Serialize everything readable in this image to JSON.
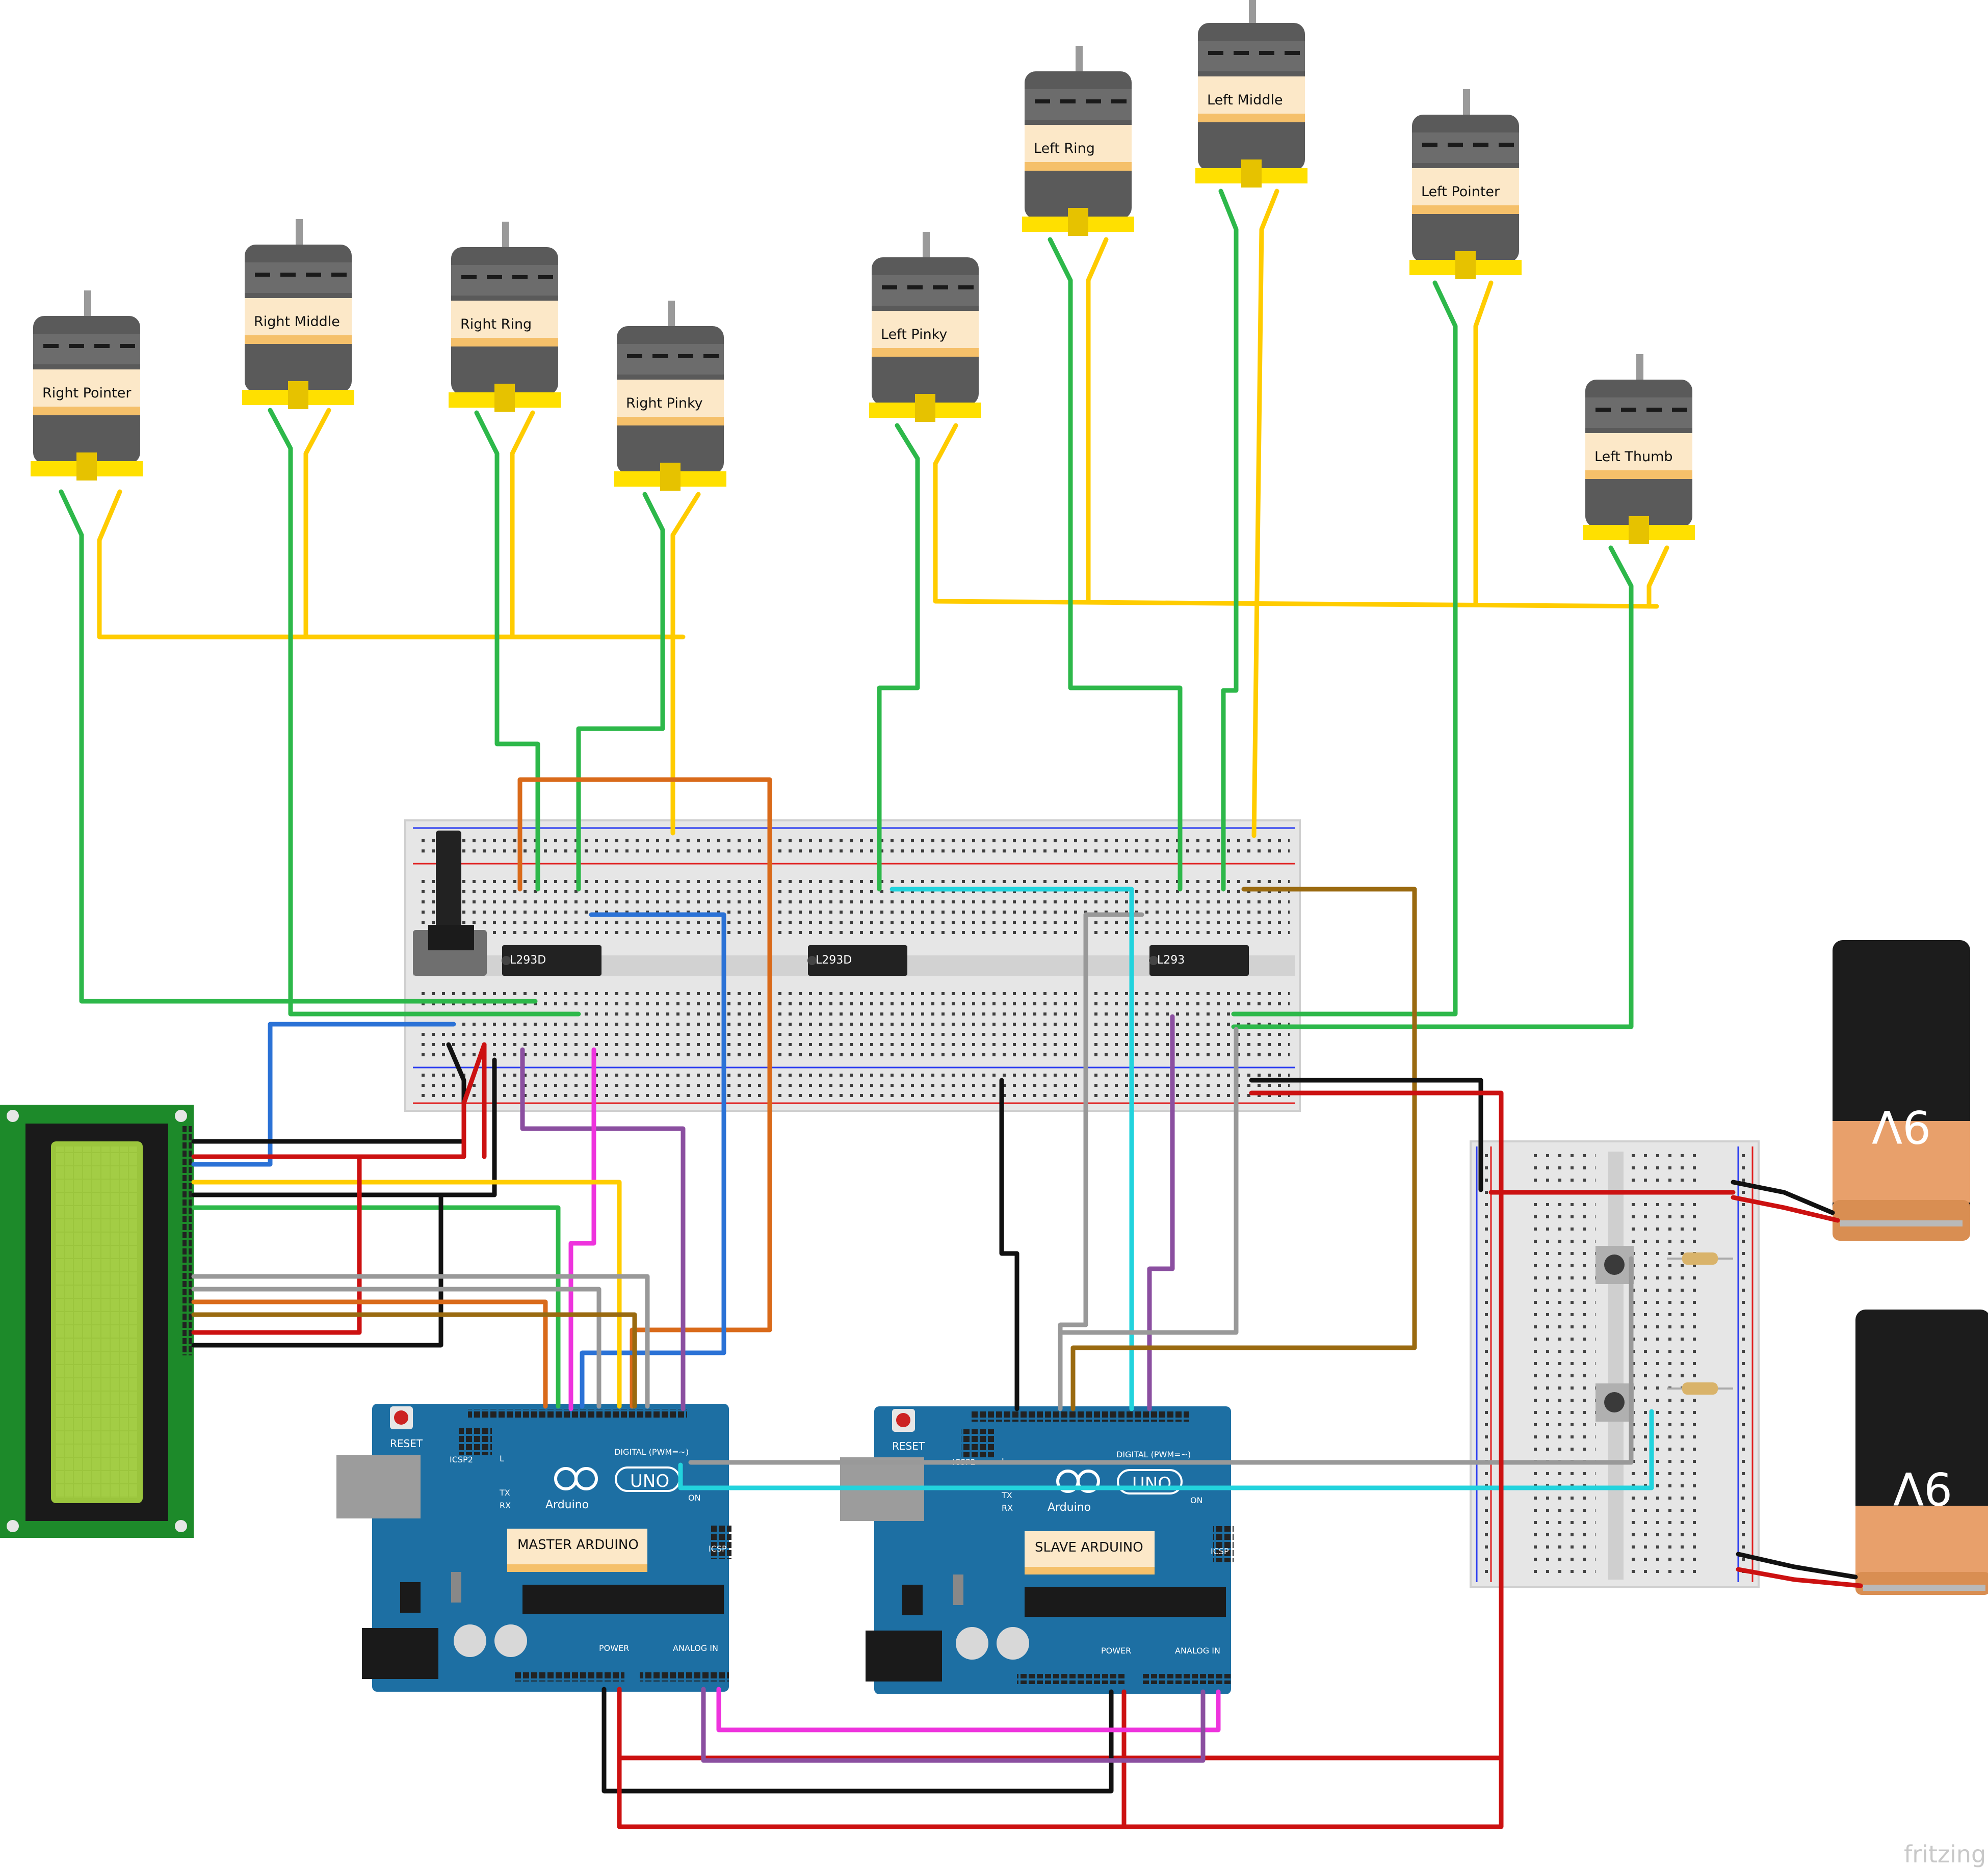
{
  "motors": [
    {
      "label": "Right Pointer"
    },
    {
      "label": "Right Middle"
    },
    {
      "label": "Right Ring"
    },
    {
      "label": "Right Pinky"
    },
    {
      "label": "Left Pinky"
    },
    {
      "label": "Left Ring"
    },
    {
      "label": "Left Middle"
    },
    {
      "label": "Left Pointer"
    },
    {
      "label": "Left Thumb"
    }
  ],
  "chips": {
    "left": "L293D",
    "middle": "L293D",
    "right": "L293"
  },
  "arduinos": {
    "master": {
      "label": "MASTER ARDUINO",
      "brand": "Arduino",
      "model": "UNO",
      "reset": "RESET",
      "icsp": "ICSP",
      "icsp2": "ICSP2",
      "digital": "DIGITAL (PWM=~)",
      "power": "POWER",
      "analog": "ANALOG IN",
      "on": "ON",
      "tx": "TX",
      "rx": "RX",
      "l": "L"
    },
    "slave": {
      "label": "SLAVE ARDUINO",
      "brand": "Arduino",
      "model": "UNO",
      "reset": "RESET",
      "icsp": "ICSP",
      "icsp2": "ICSP2",
      "digital": "DIGITAL (PWM=~)",
      "power": "POWER",
      "analog": "ANALOG IN",
      "on": "ON",
      "tx": "TX",
      "rx": "RX",
      "l": "L"
    }
  },
  "batteries": [
    {
      "label": "9V"
    },
    {
      "label": "9V"
    }
  ],
  "watermark": "fritzing",
  "colors": {
    "green_wire": "#2db84a",
    "yellow_wire": "#ffcc00",
    "red_wire": "#cc1111",
    "black_wire": "#111111",
    "blue_wire": "#2b72d6",
    "orange_wire": "#d96a1a",
    "purple_wire": "#8b4fa0",
    "magenta_wire": "#ee33dd",
    "cyan_wire": "#22d3dd",
    "gray_wire": "#999999",
    "brown_wire": "#9a6a10",
    "arduino_blue": "#1d6fa3",
    "lcd_green": "#9bc53d"
  }
}
